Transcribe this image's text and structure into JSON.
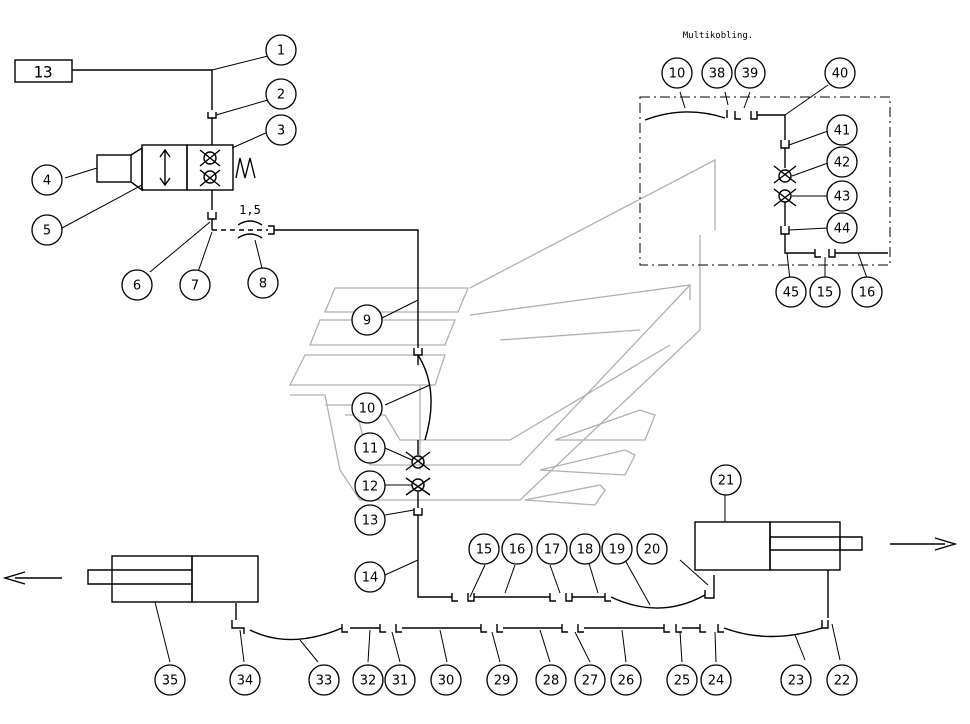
{
  "header_label": "Multikobling.",
  "box_label": "13",
  "orifice_label": "1,5",
  "callouts": [
    "1",
    "2",
    "3",
    "4",
    "5",
    "6",
    "7",
    "8",
    "9",
    "10",
    "11",
    "12",
    "13",
    "14",
    "15",
    "16",
    "17",
    "18",
    "19",
    "20",
    "21",
    "22",
    "23",
    "24",
    "25",
    "26",
    "27",
    "28",
    "29",
    "30",
    "31",
    "32",
    "33",
    "34",
    "35",
    "10",
    "38",
    "39",
    "40",
    "41",
    "42",
    "43",
    "44",
    "45",
    "15",
    "16"
  ]
}
